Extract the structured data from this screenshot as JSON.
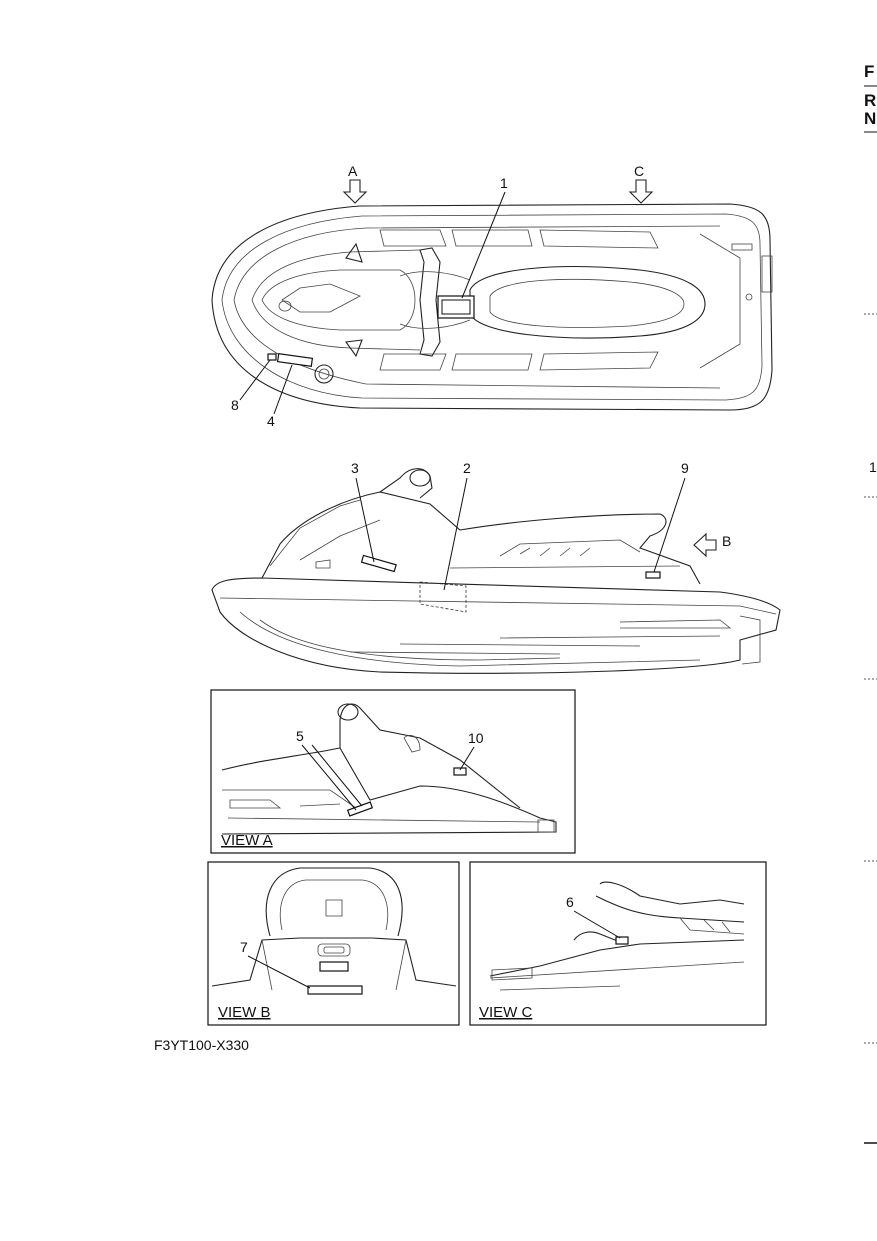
{
  "edge_text": {
    "top": "F",
    "line2": "R",
    "line3": "N",
    "side_number": "1"
  },
  "arrows": {
    "a": "A",
    "b": "B",
    "c": "C"
  },
  "callouts": [
    "1",
    "2",
    "3",
    "4",
    "5",
    "6",
    "7",
    "8",
    "9",
    "10"
  ],
  "views": {
    "a": "VIEW A",
    "b": "VIEW B",
    "c": "VIEW C"
  },
  "figure_code": "F3YT100-X330"
}
